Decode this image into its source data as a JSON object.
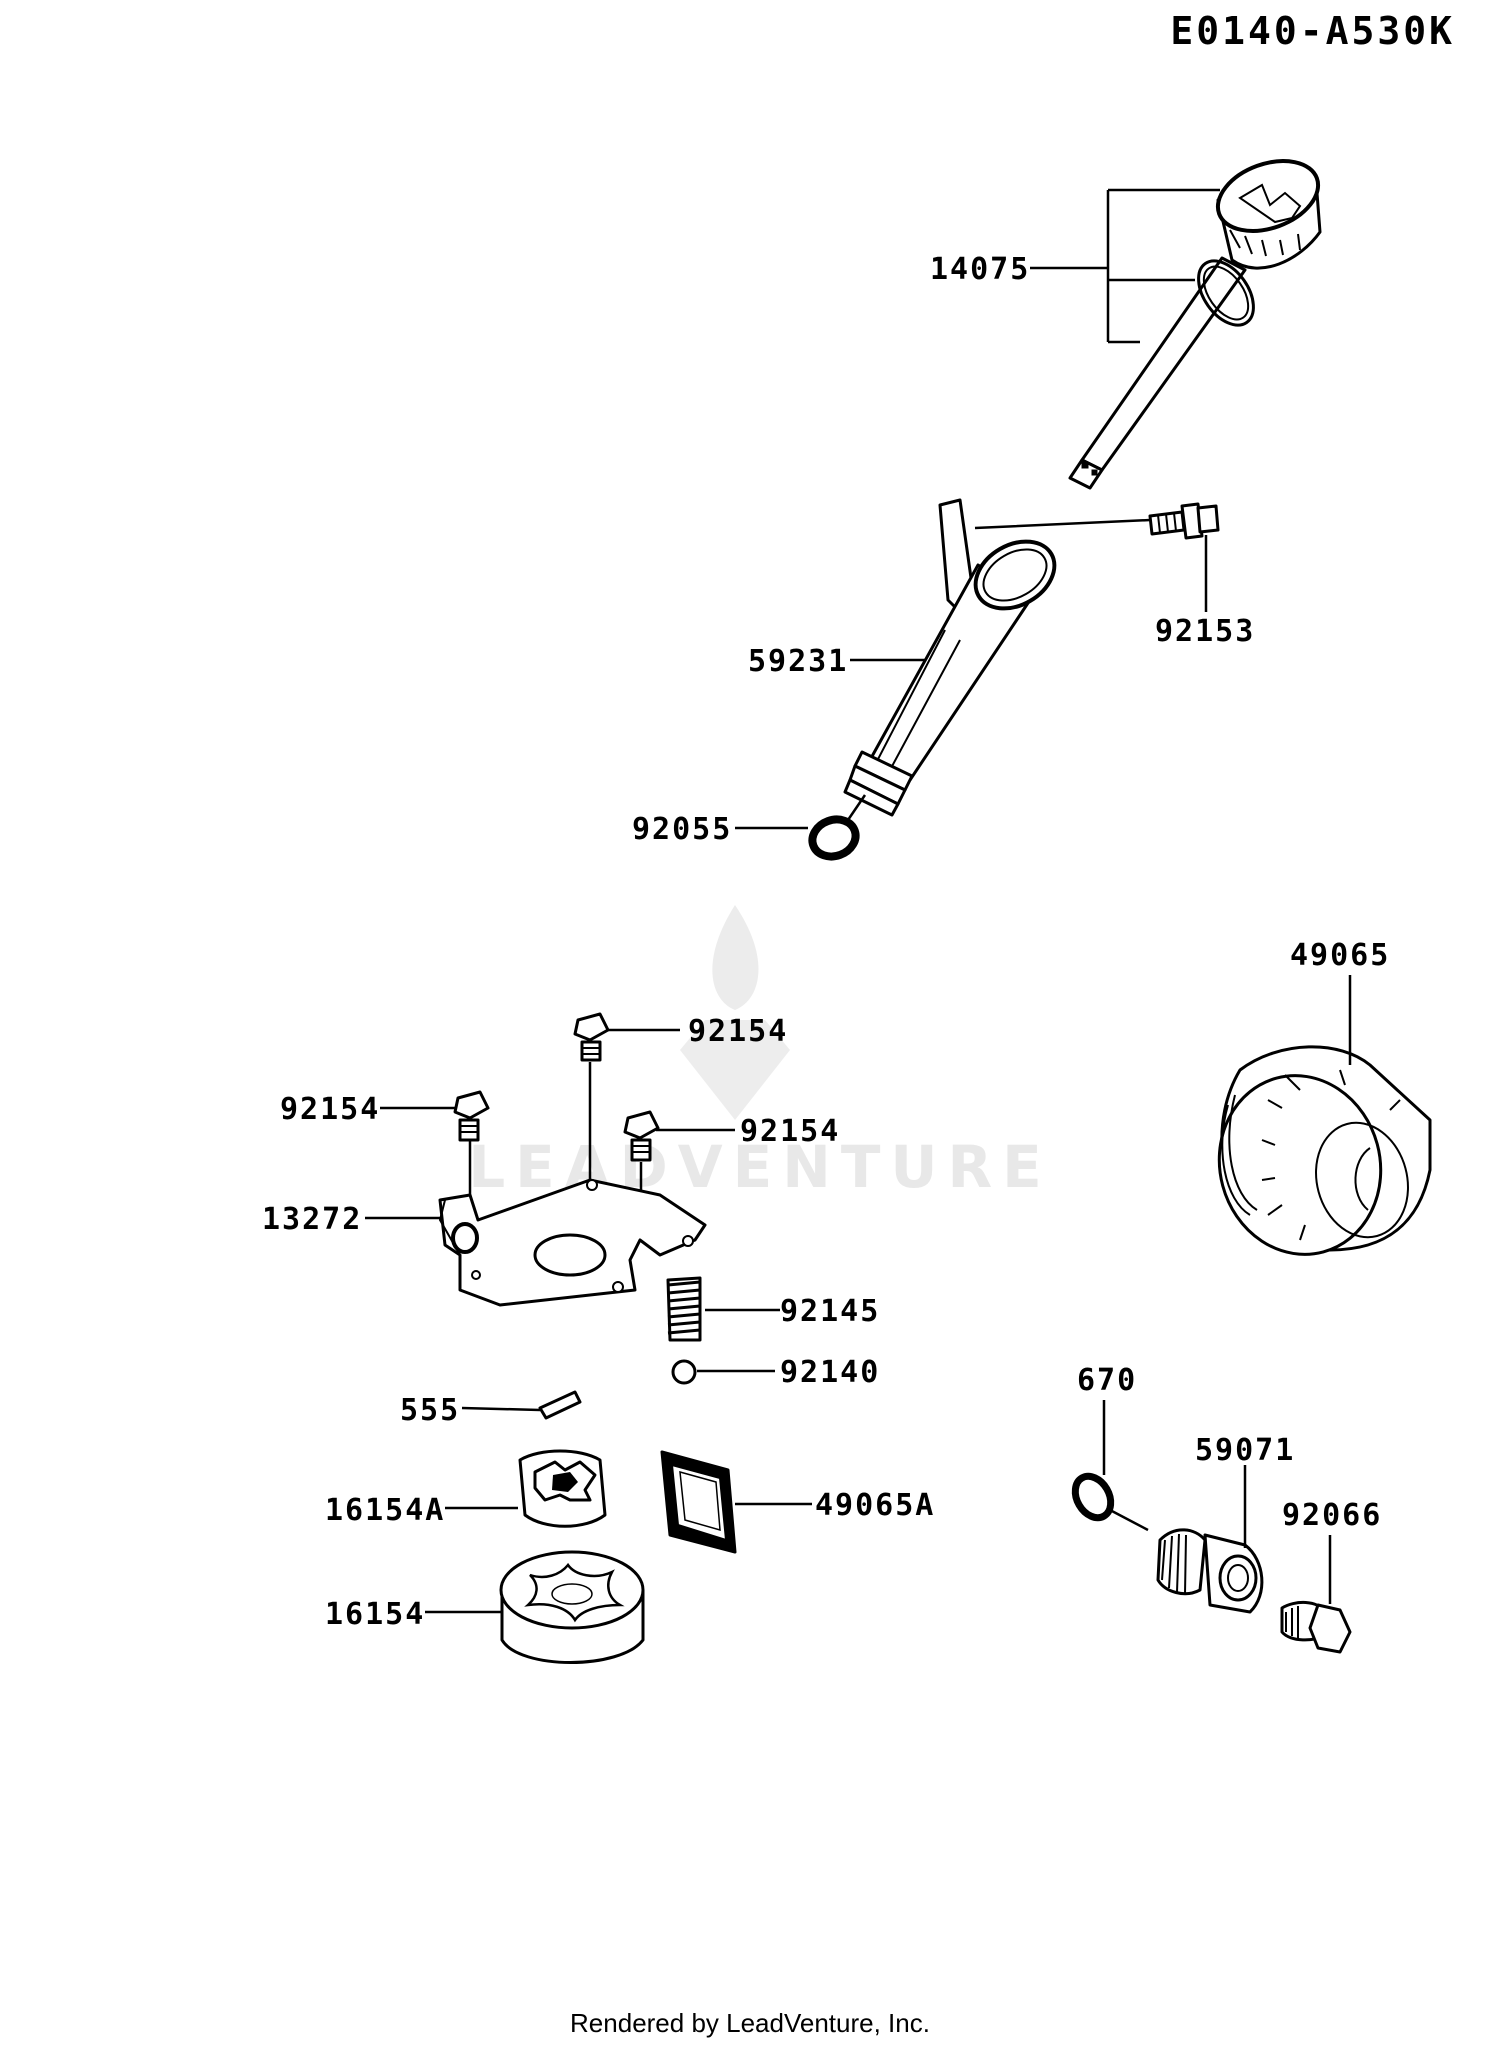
{
  "diagram_code": "E0140-A530K",
  "watermark": "LEADVENTURE",
  "footer": "Rendered by LeadVenture, Inc.",
  "parts": [
    {
      "id": "14075"
    },
    {
      "id": "92153"
    },
    {
      "id": "59231"
    },
    {
      "id": "92055"
    },
    {
      "id": "49065"
    },
    {
      "id": "92154a",
      "label": "92154"
    },
    {
      "id": "92154b",
      "label": "92154"
    },
    {
      "id": "92154c",
      "label": "92154"
    },
    {
      "id": "13272"
    },
    {
      "id": "92145"
    },
    {
      "id": "92140"
    },
    {
      "id": "555"
    },
    {
      "id": "16154A"
    },
    {
      "id": "49065A"
    },
    {
      "id": "16154"
    },
    {
      "id": "670"
    },
    {
      "id": "59071"
    },
    {
      "id": "92066"
    }
  ]
}
